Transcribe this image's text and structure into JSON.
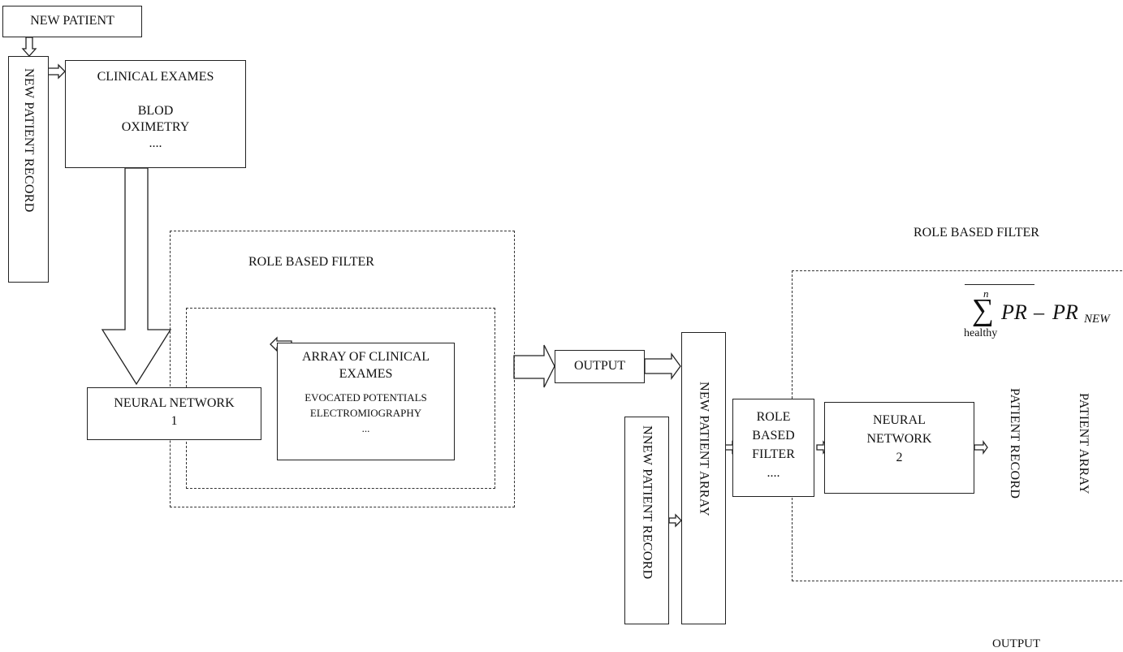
{
  "nodes": {
    "new_patient": "NEW PATIENT",
    "new_patient_record": "NEW PATIENT RECORD",
    "clinical_exames": {
      "title": "CLINICAL EXAMES",
      "line1": "BLOD",
      "line2": "OXIMETRY",
      "ellipsis": "...."
    },
    "role_based_filter_1": "ROLE BASED FILTER",
    "neural_network_1": {
      "line1": "NEURAL NETWORK",
      "line2": "1"
    },
    "array_clinical_exames": {
      "title1": "ARRAY OF CLINICAL",
      "title2": "EXAMES",
      "line1": "EVOCATED POTENTIALS",
      "line2": "ELECTROMIOGRAPHY",
      "ellipsis": "..."
    },
    "output_1": "OUTPUT",
    "nnew_patient_record": "NNEW PATIENT RECORD",
    "new_patient_array": "NEW PATIENT ARRAY",
    "role_based_filter_box": {
      "line1": "ROLE",
      "line2": "BASED",
      "line3": "FILTER",
      "ellipsis": "...."
    },
    "neural_network_2": {
      "line1": "NEURAL",
      "line2": "NETWORK",
      "line3": "2"
    },
    "patient_record": "PATIENT RECORD",
    "patient_array": "PATIENT ARRAY",
    "role_based_filter_2": "ROLE BASED FILTER",
    "output_2": "OUTPUT"
  },
  "formula": {
    "sum_symbol": "∑",
    "upper": "n",
    "lower": "healthy",
    "term1": "PR",
    "minus": "–",
    "term2": "PR",
    "subscript": "NEW"
  }
}
